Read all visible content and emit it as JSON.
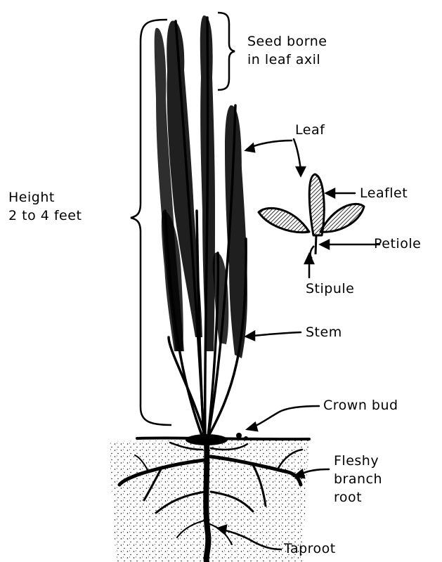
{
  "labels": {
    "seed_line1": "Seed borne",
    "seed_line2": "in leaf axil",
    "leaf": "Leaf",
    "leaflet": "Leaflet",
    "petiole": "Petiole",
    "stipule": "Stipule",
    "height_line1": "Height",
    "height_line2": "2 to 4 feet",
    "stem": "Stem",
    "crown_bud": "Crown bud",
    "fleshy_line1": "Fleshy",
    "fleshy_line2": "branch",
    "fleshy_line3": "root",
    "taproot": "Taproot"
  },
  "colors": {
    "ink": "#000000",
    "background": "#ffffff"
  }
}
